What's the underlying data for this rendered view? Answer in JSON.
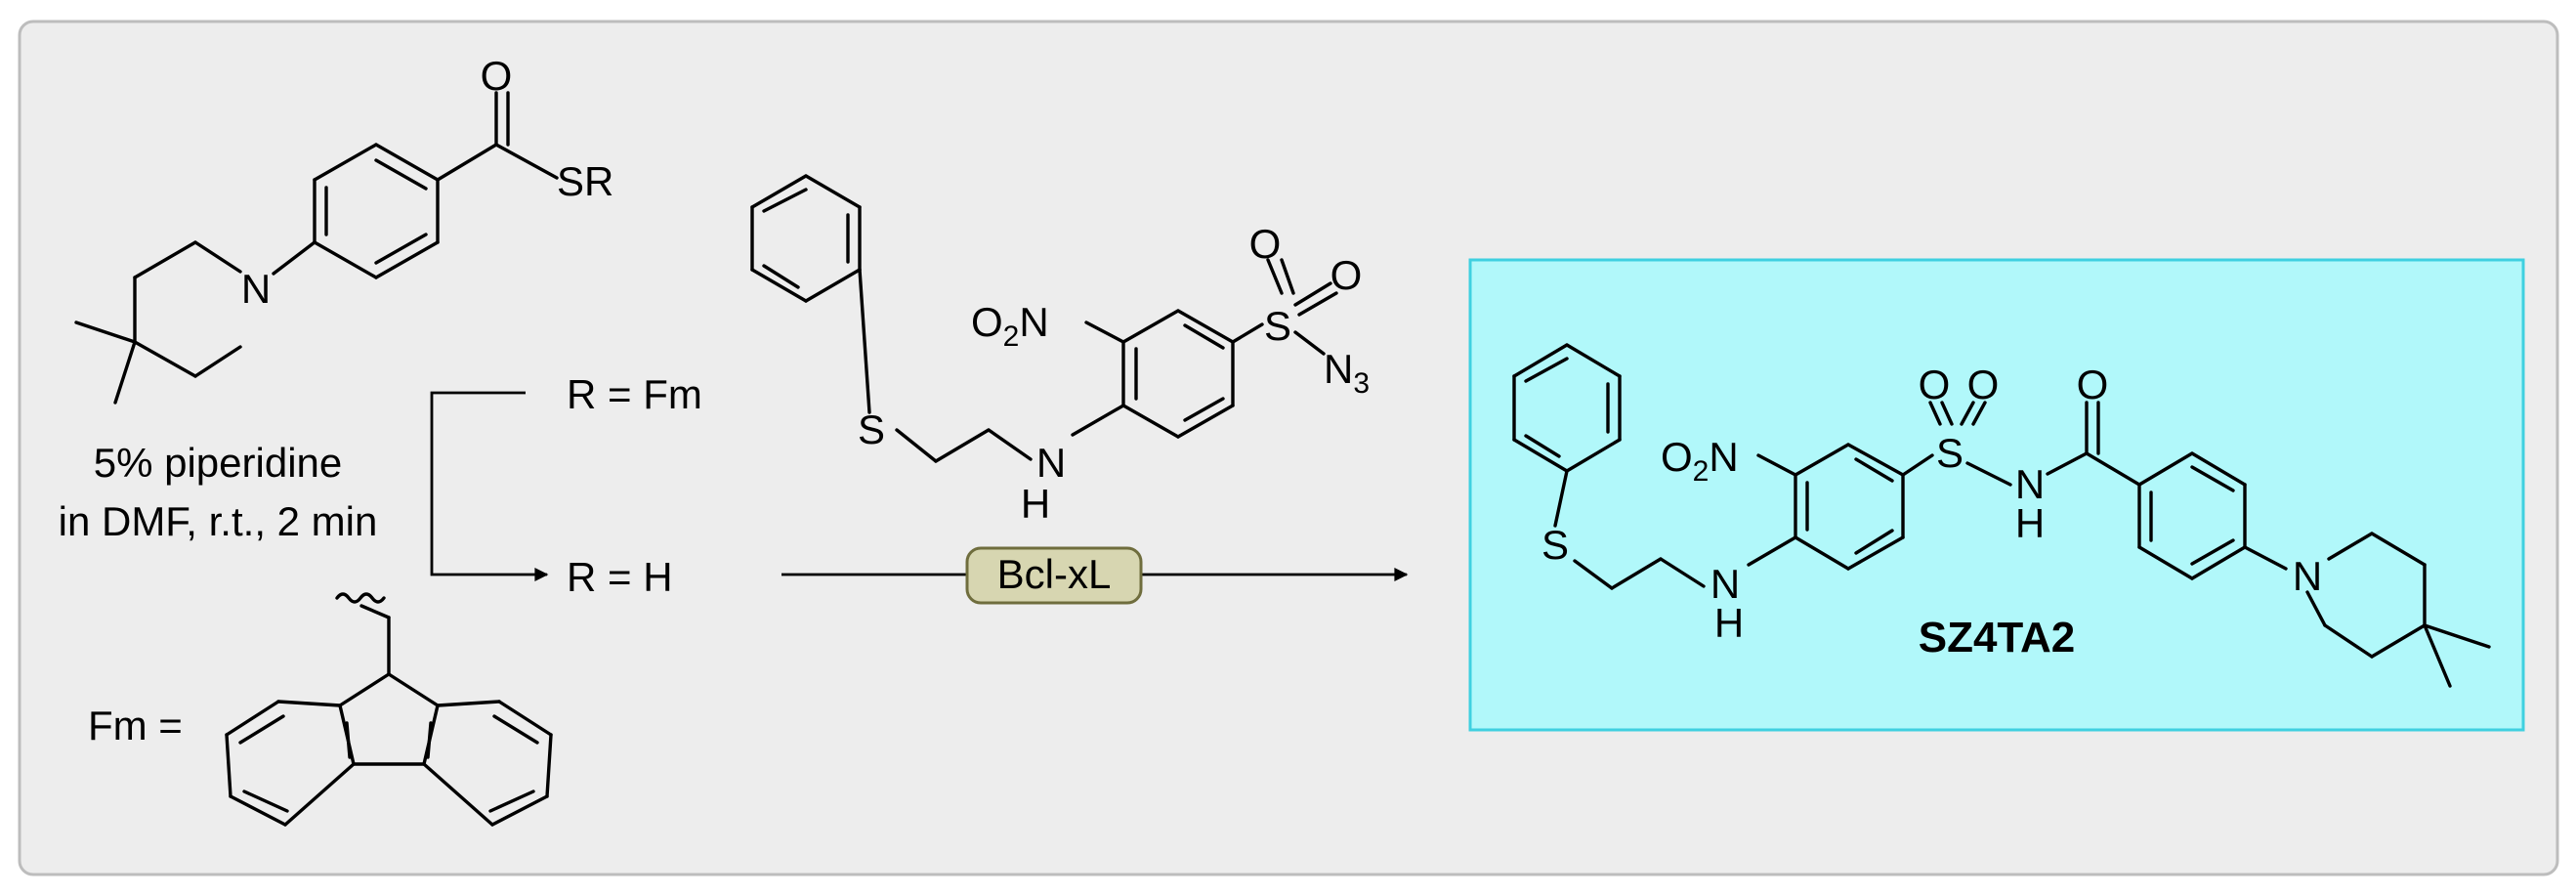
{
  "colors": {
    "panel_bg": "#ededed",
    "panel_border": "#bdbdbd",
    "product_bg": "#b1f8fa",
    "product_border": "#3fd0e0",
    "enzyme_bg": "#d7d6b1",
    "enzyme_border": "#6f6d3d"
  },
  "thioester": {
    "o": "O",
    "sr": "SR",
    "n": "N"
  },
  "conditions": {
    "line1": "5% piperidine",
    "line2": "in DMF, r.t., 2 min"
  },
  "r_groups": {
    "fm_label": "R = Fm",
    "h_label": "R = H",
    "fm_def": "Fm ="
  },
  "azide": {
    "s_thio": "S",
    "n": "N",
    "h": "H",
    "no2_prefix": "O",
    "no2_sub": "2",
    "no2_suffix": "N",
    "s_sulfonyl": "S",
    "o1": "O",
    "o2": "O",
    "n3": "N",
    "n3_sub": "3"
  },
  "enzyme": {
    "label": "Bcl-xL"
  },
  "product": {
    "s_thio": "S",
    "nh_n": "N",
    "nh_h": "H",
    "no2_prefix": "O",
    "no2_sub": "2",
    "no2_suffix": "N",
    "s_sulfonyl": "S",
    "o1": "O",
    "o2": "O",
    "amide_n": "N",
    "amide_h": "H",
    "amide_o": "O",
    "pip_n": "N",
    "name": "SZ4TA2"
  }
}
